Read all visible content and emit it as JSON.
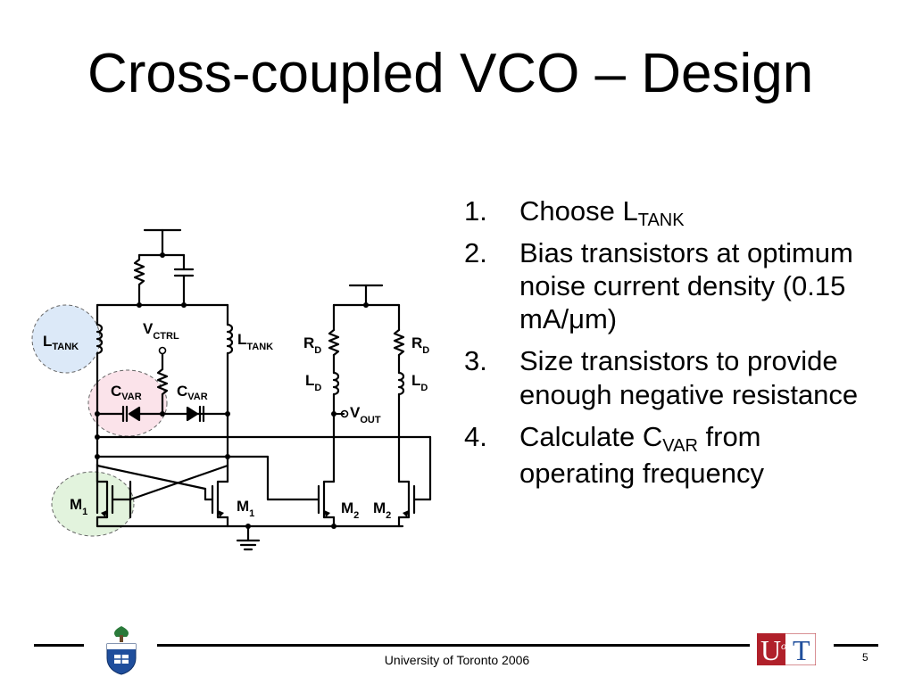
{
  "title": "Cross-coupled VCO – Design",
  "steps": [
    {
      "num": "1.",
      "pre": "Choose L",
      "sub": "TANK",
      "post": ""
    },
    {
      "num": "2.",
      "pre": "Bias transistors at optimum noise current density (0.15 mA/μm)",
      "sub": "",
      "post": ""
    },
    {
      "num": "3.",
      "pre": "Size transistors to provide enough negative resistance",
      "sub": "",
      "post": ""
    },
    {
      "num": "4.",
      "pre": "Calculate C",
      "sub": "VAR",
      "post": " from operating frequency"
    }
  ],
  "circuit": {
    "l_tank_left": {
      "main": "L",
      "sub": "TANK"
    },
    "v_ctrl": {
      "main": "V",
      "sub": "CTRL"
    },
    "l_tank_right": {
      "main": "L",
      "sub": "TANK"
    },
    "c_var_left": {
      "main": "C",
      "sub": "VAR"
    },
    "c_var_right": {
      "main": "C",
      "sub": "VAR"
    },
    "m1_left": {
      "main": "M",
      "sub": "1"
    },
    "m1_right": {
      "main": "M",
      "sub": "1"
    },
    "rd_left": {
      "main": "R",
      "sub": "D"
    },
    "rd_right": {
      "main": "R",
      "sub": "D"
    },
    "ld_left": {
      "main": "L",
      "sub": "D"
    },
    "ld_right": {
      "main": "L",
      "sub": "D"
    },
    "v_out": {
      "main": "V",
      "sub": "OUT"
    },
    "m2_left": {
      "main": "M",
      "sub": "2"
    },
    "m2_right": {
      "main": "M",
      "sub": "2"
    }
  },
  "highlight_colors": {
    "l_tank": "#dce9f8",
    "c_var": "#fbe3ea",
    "m1": "#e2f3dd"
  },
  "logo": {
    "u": "U",
    "of": "of",
    "t": "T",
    "color": "#b0202a"
  },
  "footer": {
    "text": "University of Toronto 2006",
    "page": "5"
  }
}
